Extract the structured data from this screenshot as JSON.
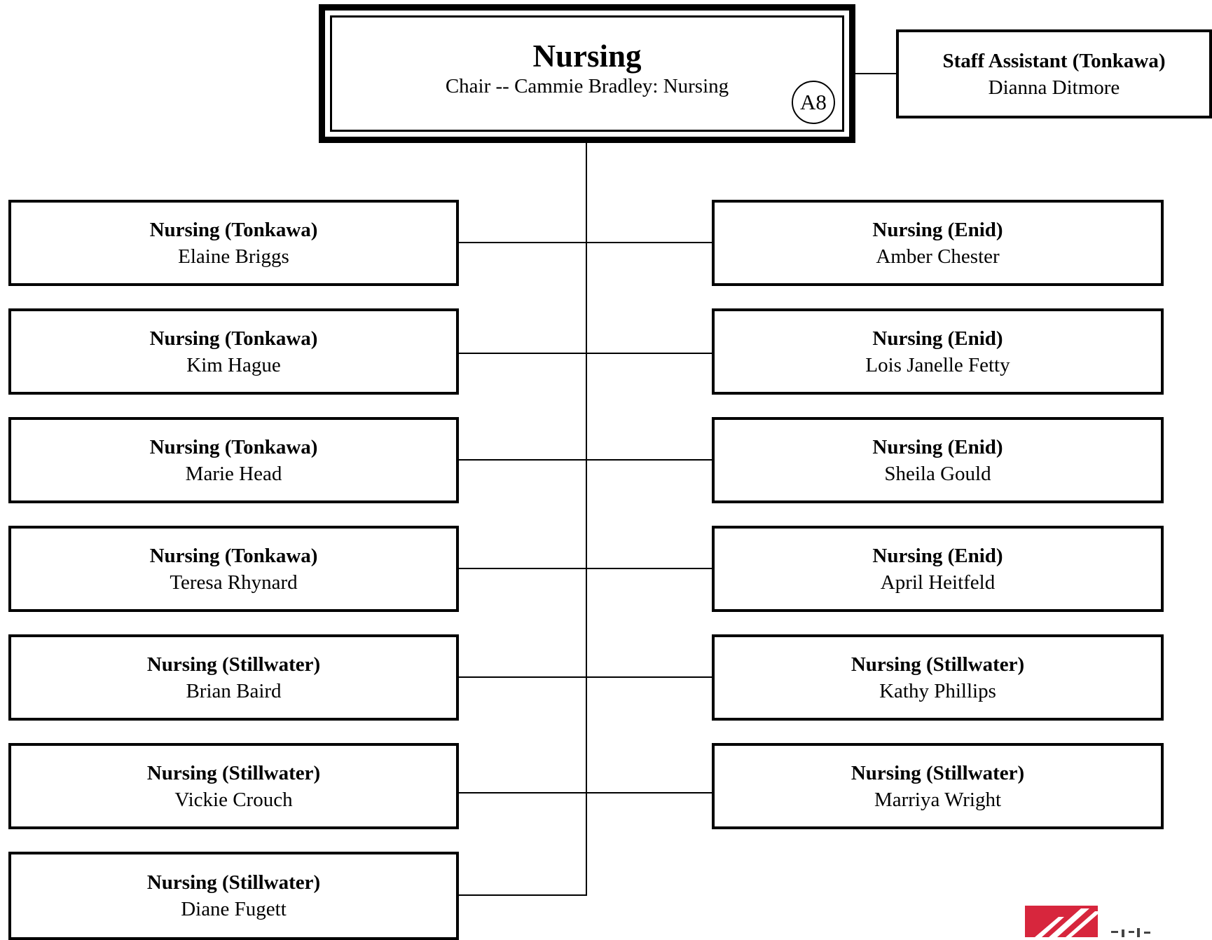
{
  "chair": {
    "title": "Nursing",
    "subtitle": "Chair -- Cammie Bradley: Nursing",
    "badge": "A8"
  },
  "staff_assistant": {
    "title": "Staff Assistant (Tonkawa)",
    "name": "Dianna Ditmore"
  },
  "left": [
    {
      "title": "Nursing (Tonkawa)",
      "name": "Elaine Briggs"
    },
    {
      "title": "Nursing (Tonkawa)",
      "name": "Kim Hague"
    },
    {
      "title": "Nursing (Tonkawa)",
      "name": "Marie Head"
    },
    {
      "title": "Nursing (Tonkawa)",
      "name": "Teresa Rhynard"
    },
    {
      "title": "Nursing (Stillwater)",
      "name": "Brian Baird"
    },
    {
      "title": "Nursing (Stillwater)",
      "name": "Vickie Crouch"
    },
    {
      "title": "Nursing (Stillwater)",
      "name": "Diane Fugett"
    }
  ],
  "right": [
    {
      "title": "Nursing (Enid)",
      "name": "Amber Chester"
    },
    {
      "title": "Nursing (Enid)",
      "name": "Lois Janelle Fetty"
    },
    {
      "title": "Nursing (Enid)",
      "name": "Sheila Gould"
    },
    {
      "title": "Nursing (Enid)",
      "name": "April Heitfeld"
    },
    {
      "title": "Nursing (Stillwater)",
      "name": "Kathy Phillips"
    },
    {
      "title": "Nursing (Stillwater)",
      "name": "Marriya Wright"
    }
  ],
  "colors": {
    "logo_red": "#d7263d"
  }
}
